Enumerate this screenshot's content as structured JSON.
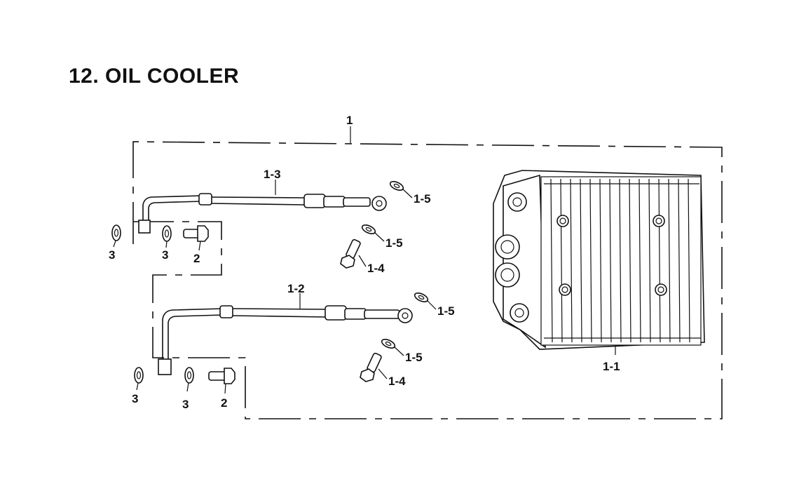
{
  "title": "12. OIL COOLER",
  "callouts": {
    "assembly": "1",
    "cooler_core": "1-1",
    "hose_lower": "1-2",
    "hose_upper": "1-3",
    "bolt_upper": "1-4",
    "bolt_lower": "1-4",
    "washer_upper_a": "1-5",
    "washer_upper_b": "1-5",
    "washer_lower_a": "1-5",
    "washer_lower_b": "1-5",
    "bolt_2_upper": "2",
    "bolt_2_lower": "2",
    "washer_3_upper_a": "3",
    "washer_3_upper_b": "3",
    "washer_3_lower_a": "3",
    "washer_3_lower_b": "3"
  },
  "colors": {
    "ink": "#111111",
    "paper": "#ffffff"
  }
}
